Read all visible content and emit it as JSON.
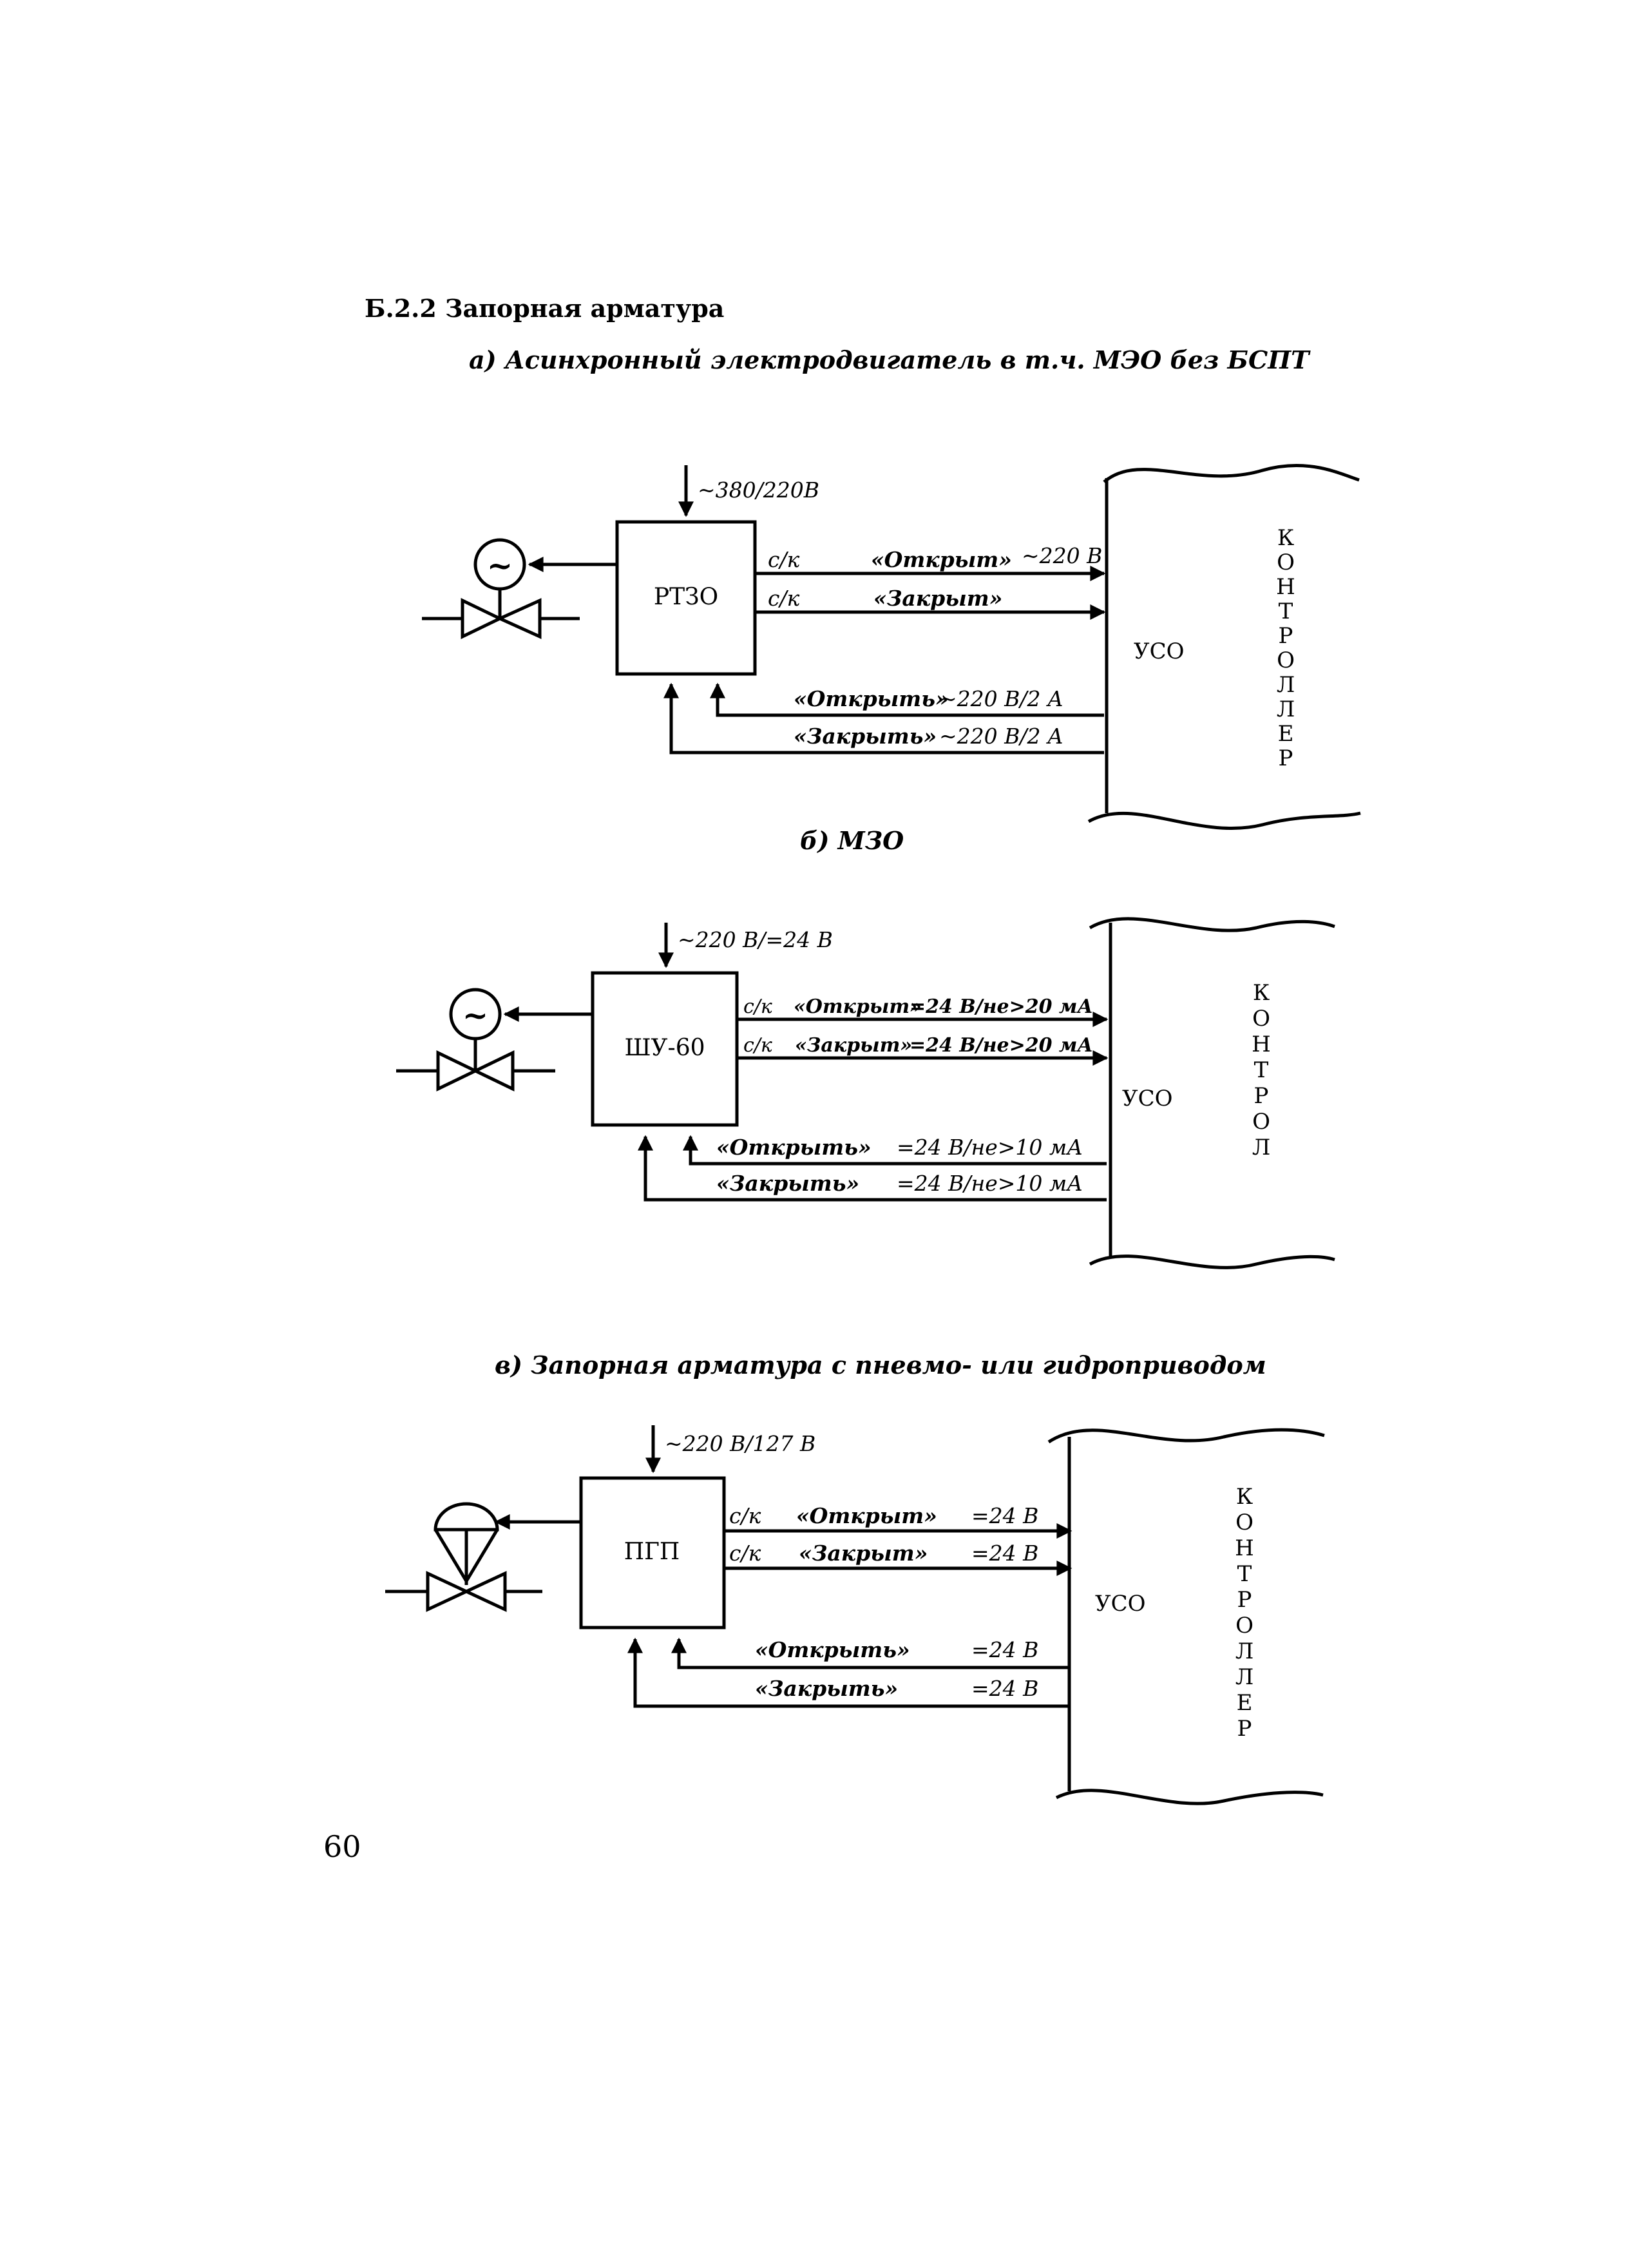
{
  "section_heading": "Б.2.2 Запорная арматура",
  "page_number": "60",
  "diagrams": [
    {
      "title": "а) Асинхронный электродвигатель в т.ч. МЭО без БСПТ",
      "supply": "~380/220В",
      "block": "РТЗО",
      "uso": "УСО",
      "controller_letters": [
        "К",
        "О",
        "Н",
        "Т",
        "Р",
        "О",
        "Л",
        "Л",
        "Е",
        "Р"
      ],
      "out_lines": [
        {
          "type": "с/к",
          "signal": "«Открыт»",
          "value": "~220 В"
        },
        {
          "type": "с/к",
          "signal": "«Закрыт»",
          "value": ""
        }
      ],
      "in_lines": [
        {
          "signal": "«Открыть»",
          "value": "~220 В/2 А"
        },
        {
          "signal": "«Закрыть»",
          "value": "~220 В/2 А"
        }
      ]
    },
    {
      "title": "б) МЗО",
      "supply": "~220 В/=24 В",
      "block": "ШУ-60",
      "uso": "УСО",
      "controller_letters": [
        "К",
        "О",
        "Н",
        "Т",
        "Р",
        "О",
        "Л"
      ],
      "out_lines": [
        {
          "type": "с/к",
          "signal": "«Открыт»",
          "value": "=24 В/не>20 мА"
        },
        {
          "type": "с/к",
          "signal": "«Закрыт»",
          "value": "=24 В/не>20 мА"
        }
      ],
      "in_lines": [
        {
          "signal": "«Открыть»",
          "value": "=24 В/не>10 мА"
        },
        {
          "signal": "«Закрыть»",
          "value": "=24 В/не>10 мА"
        }
      ]
    },
    {
      "title": "в) Запорная арматура с пневмо- или гидроприводом",
      "supply": "~220 В/127 В",
      "block": "ПГП",
      "uso": "УСО",
      "controller_letters": [
        "К",
        "О",
        "Н",
        "Т",
        "Р",
        "О",
        "Л",
        "Л",
        "Е",
        "Р"
      ],
      "out_lines": [
        {
          "type": "с/к",
          "signal": "«Открыт»",
          "value": "=24 В"
        },
        {
          "type": "с/к",
          "signal": "«Закрыт»",
          "value": "=24 В"
        }
      ],
      "in_lines": [
        {
          "signal": "«Открыть»",
          "value": "=24 В"
        },
        {
          "signal": "«Закрыть»",
          "value": "=24 В"
        }
      ]
    }
  ]
}
